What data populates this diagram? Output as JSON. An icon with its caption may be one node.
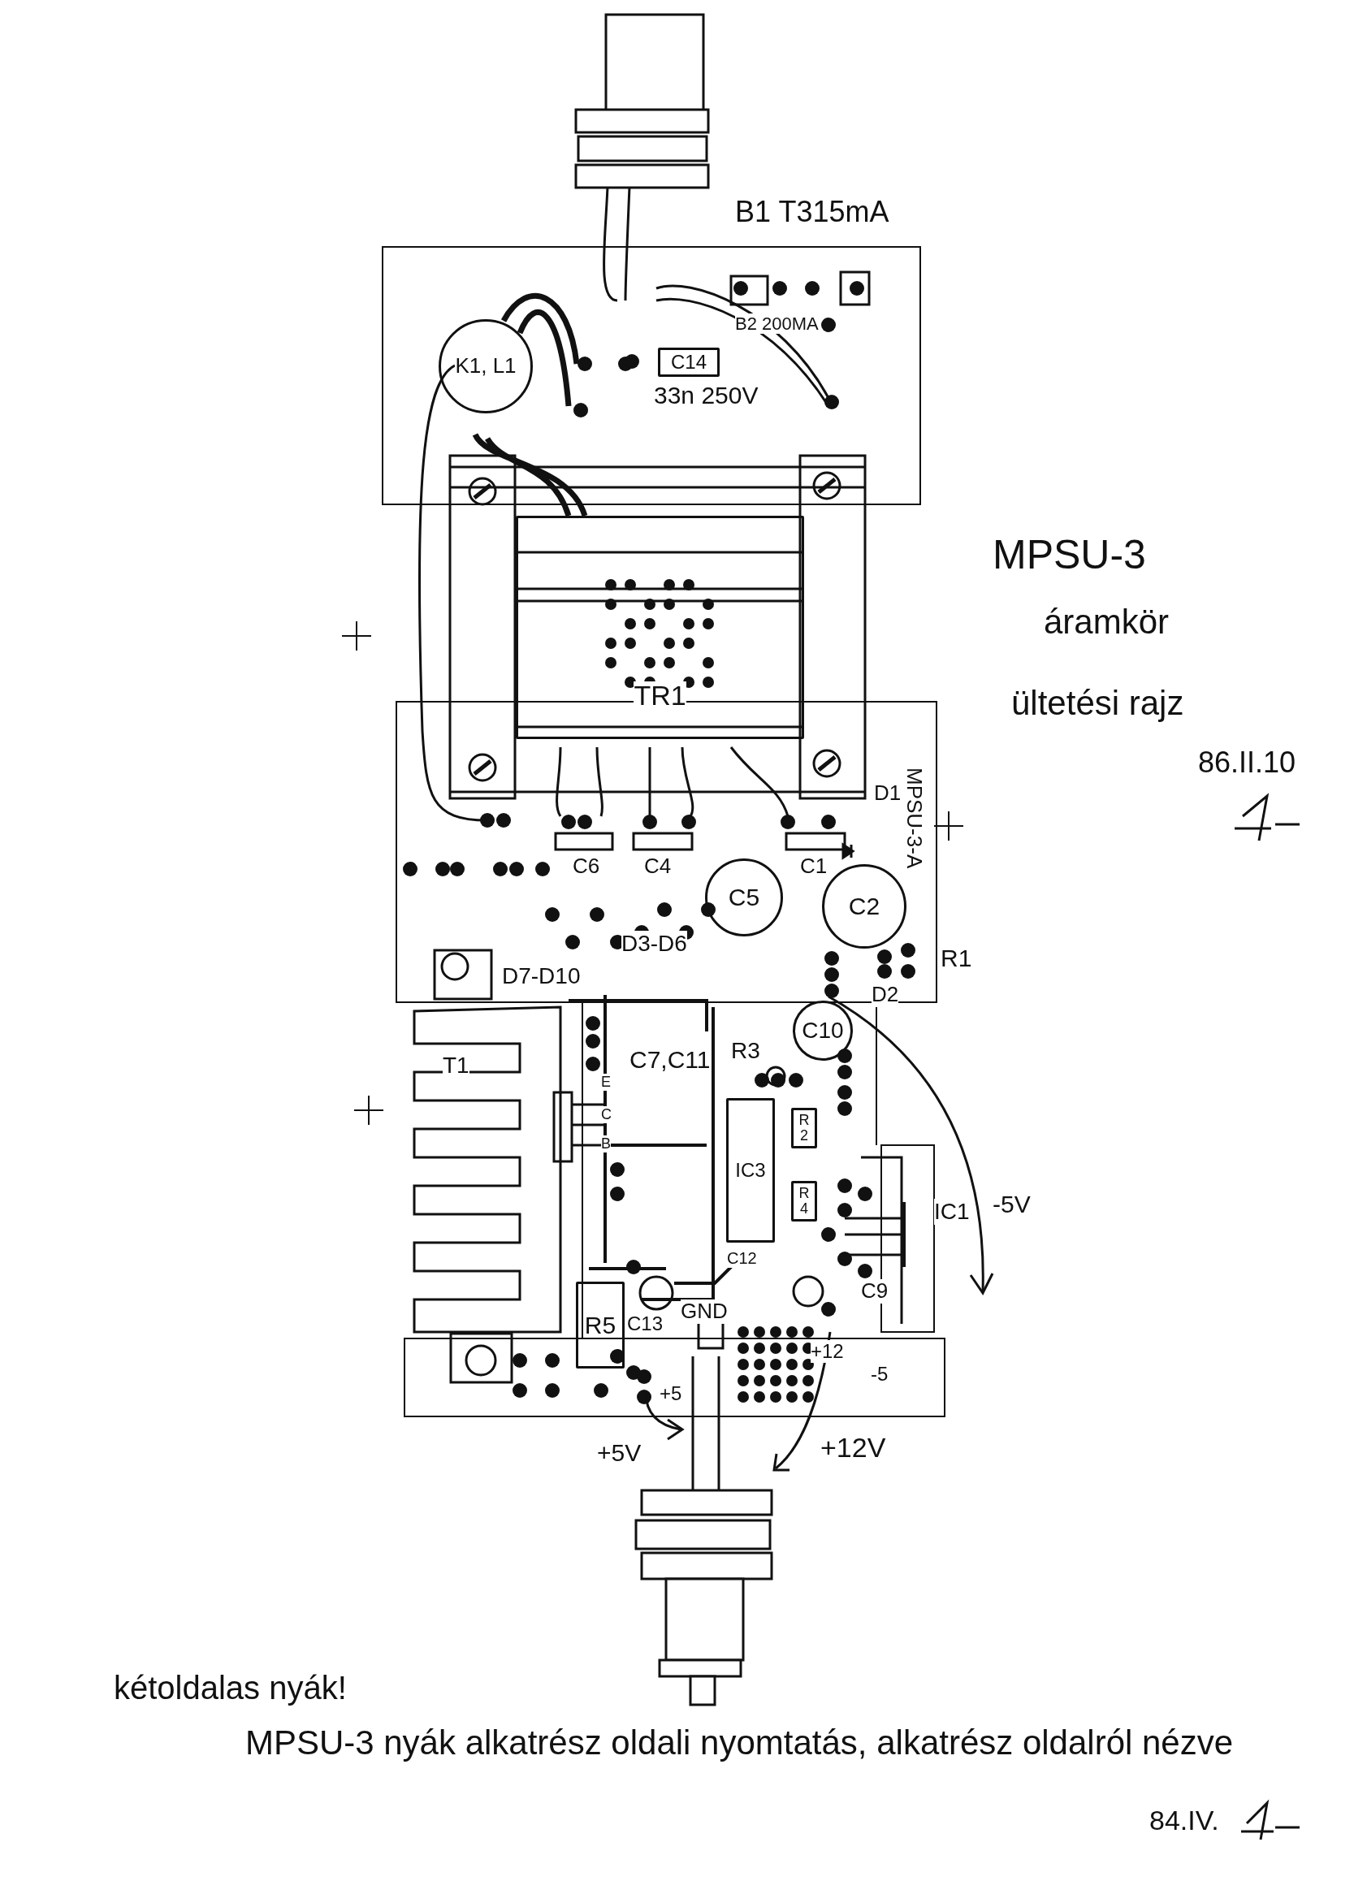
{
  "diagram": {
    "nodes": [
      {
        "text": [
          "K1, L1"
        ]
      },
      {
        "text": [
          "C14"
        ],
        "beside": [
          "33n 250V"
        ]
      },
      {
        "text": [
          "TR1"
        ]
      },
      {
        "text": [
          "C5"
        ]
      },
      {
        "text": [
          "C2"
        ]
      },
      {
        "text": [
          "C10"
        ]
      },
      {
        "text": [
          "IC3"
        ]
      },
      {
        "text": [
          "R2"
        ]
      },
      {
        "text": [
          "R4"
        ]
      },
      {
        "text": [
          "R5"
        ]
      }
    ],
    "labels": [
      "B1 T315mA",
      "B2 200MA",
      "MPSU-3",
      "áramkör",
      "ültetési rajz",
      "86.II.10",
      "MPSU-3-A",
      "D1",
      "C6",
      "C4",
      "C1",
      "D3-D6",
      "D7-D10",
      "R1",
      "D2",
      "T1",
      "C7,C11",
      "R3",
      "E",
      "C",
      "B",
      "IC1",
      "-5V",
      "C12",
      "C9",
      "GND",
      "C13",
      "+12",
      "-5",
      "+5",
      "+5V",
      "+12V",
      "kétoldalas nyák!",
      "MPSU-3 nyák alkatrész oldali nyomtatás, alkatrész oldalról nézve",
      "84.IV."
    ]
  }
}
